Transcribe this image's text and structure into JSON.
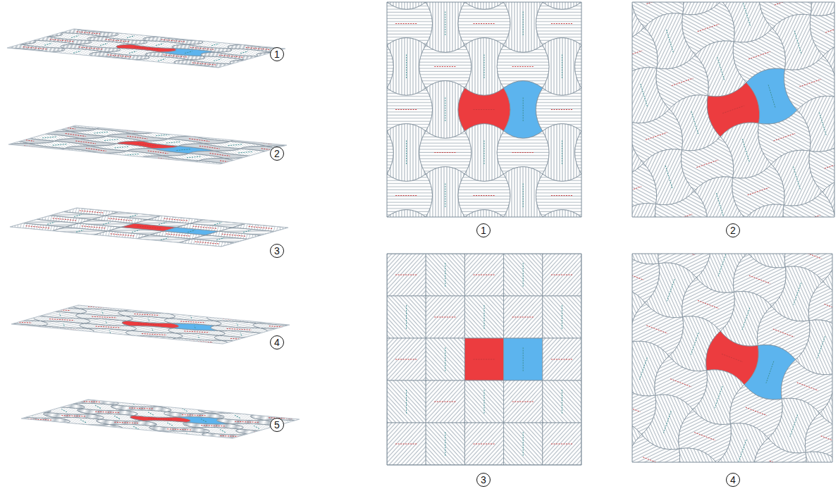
{
  "diagram": {
    "labels": [
      "1",
      "2",
      "3",
      "4",
      "5",
      "1",
      "2",
      "3",
      "4"
    ]
  }
}
